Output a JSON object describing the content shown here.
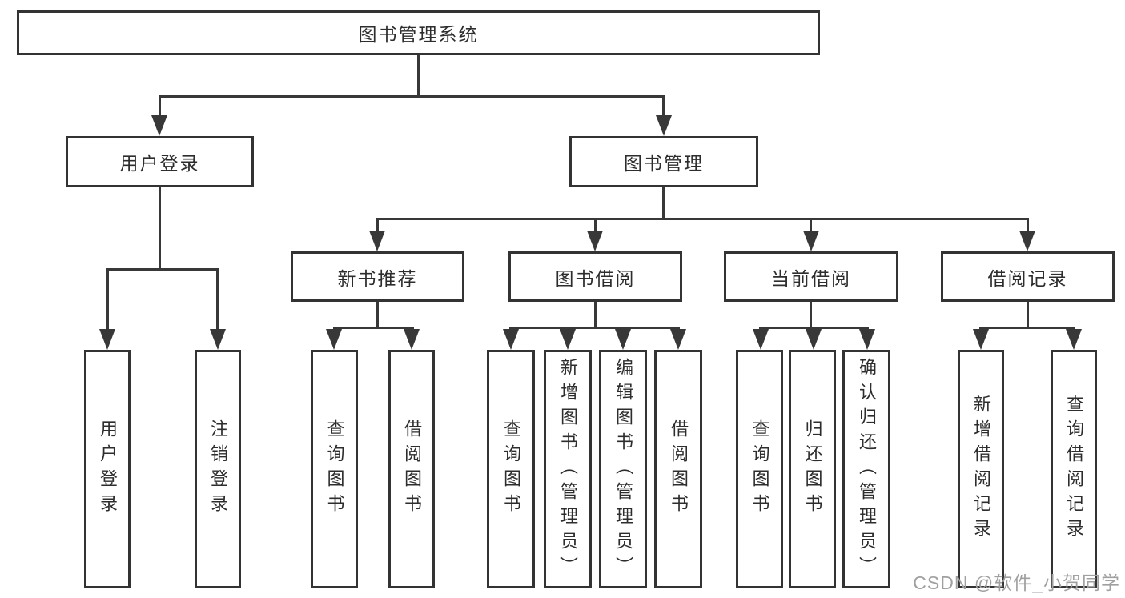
{
  "diagram": {
    "title": "图书管理系统",
    "level2": {
      "user_login": "用户登录",
      "book_mgmt": "图书管理"
    },
    "level3": {
      "new_books": "新书推荐",
      "book_borrow": "图书借阅",
      "current_borrow": "当前借阅",
      "borrow_records": "借阅记录"
    },
    "leaves": {
      "user_login": [
        "用户登录",
        "注销登录"
      ],
      "new_books": [
        "查询图书",
        "借阅图书"
      ],
      "book_borrow": [
        "查询图书",
        "新增图书（管理员）",
        "编辑图书（管理员）",
        "借阅图书"
      ],
      "current_borrow": [
        "查询图书",
        "归还图书",
        "确认归还（管理员）"
      ],
      "borrow_records": [
        "新增借阅记录",
        "查询借阅记录"
      ]
    }
  },
  "watermark": {
    "text": "CSDN @软件_小贺同学"
  },
  "colors": {
    "line": "#383838",
    "box_border": "#333333",
    "text": "#2d2d2d",
    "watermark": "#a0a0a0",
    "background": "#ffffff"
  }
}
